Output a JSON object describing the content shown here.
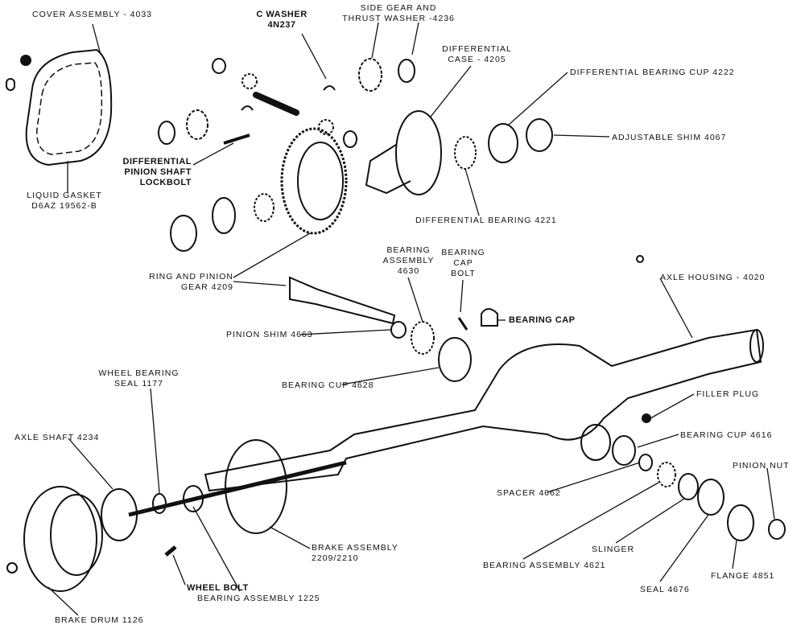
{
  "labels": {
    "cover_assembly": "COVER ASSEMBLY - 4033",
    "c_washer": [
      "C WASHER",
      "4N237"
    ],
    "side_gear": [
      "SIDE GEAR AND",
      "THRUST WASHER -4236"
    ],
    "differential_case": [
      "DIFFERENTIAL",
      "CASE - 4205"
    ],
    "diff_bearing_cup": "DIFFERENTIAL BEARING CUP  4222",
    "adjustable_shim": "ADJUSTABLE SHIM  4067",
    "pinion_shaft_lockbolt": [
      "DIFFERENTIAL",
      "PINION SHAFT",
      "LOCKBOLT"
    ],
    "liquid_gasket": [
      "LIQUID GASKET",
      "D6AZ 19562-B"
    ],
    "differential_bearing": "DIFFERENTIAL BEARING  4221",
    "ring_and_pinion": [
      "RING AND PINION",
      "GEAR  4209"
    ],
    "bearing_assembly_4630": [
      "BEARING",
      "ASSEMBLY",
      "4630"
    ],
    "bearing_cap_bolt": [
      "BEARING",
      "CAP",
      "BOLT"
    ],
    "axle_housing": "AXLE HOUSING - 4020",
    "bearing_cap": "BEARING CAP",
    "pinion_shim": "PINION SHIM  4663",
    "bearing_cup_4628": "BEARING CUP  4628",
    "wheel_bearing_seal": [
      "WHEEL BEARING",
      "SEAL  1177"
    ],
    "filler_plug": "FILLER PLUG",
    "axle_shaft": "AXLE SHAFT  4234",
    "bearing_cup_4616": "BEARING CUP  4616",
    "pinion_nut": "PINION NUT",
    "spacer": "SPACER  4662",
    "slinger": "SLINGER",
    "brake_assembly": [
      "BRAKE ASSEMBLY",
      "2209/2210"
    ],
    "bearing_assembly_4621": "BEARING ASSEMBLY  4621",
    "seal": "SEAL  4676",
    "flange": "FLANGE  4851",
    "wheel_bolt": "WHEEL BOLT",
    "bearing_assembly_1225": "BEARING ASSEMBLY  1225",
    "brake_drum": "BRAKE DRUM  1126"
  }
}
